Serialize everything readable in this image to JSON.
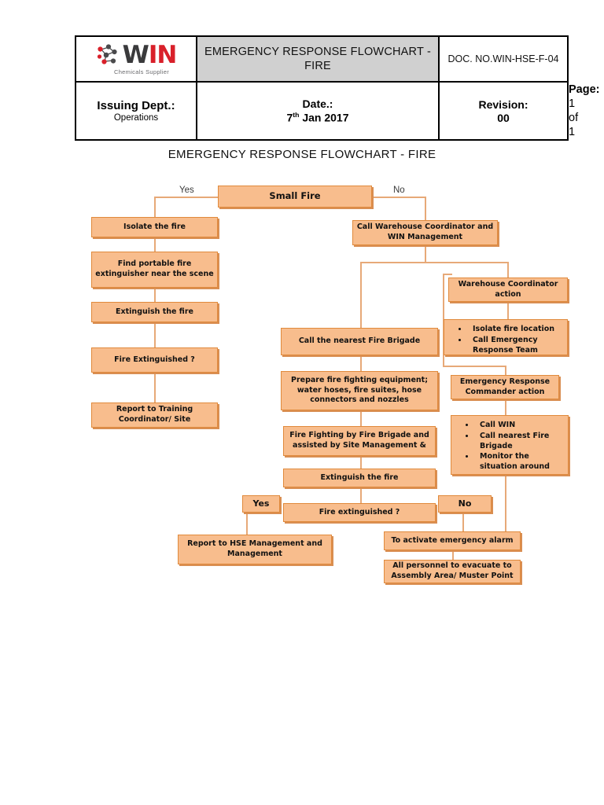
{
  "header": {
    "logo": {
      "word_w": "W",
      "word_i": "I",
      "word_n": "N",
      "subtitle": "Chemicals Supplier"
    },
    "doc_title": "EMERGENCY RESPONSE FLOWCHART - FIRE",
    "doc_no": "DOC. NO.WIN-HSE-F-04",
    "issuing_dept_label": "Issuing Dept.:",
    "issuing_dept_value": "Operations",
    "date_label": "Date.:",
    "date_value_day": "7",
    "date_value_sup": "th",
    "date_value_rest": " Jan 2017",
    "revision_label": "Revision:",
    "revision_value": "00",
    "page_label": "Page:",
    "page_value": "1 of 1"
  },
  "flowchart": {
    "title": "EMERGENCY RESPONSE FLOWCHART - FIRE",
    "colors": {
      "node_fill": "#F8BD8D",
      "node_border": "#E08A3C",
      "connector": "#E7A978",
      "header_band": "#D0D0D0"
    },
    "labels": {
      "yes_top": "Yes",
      "no_top": "No",
      "yes_bottom": "Yes",
      "no_bottom": "No"
    },
    "nodes": {
      "small_fire": "Small Fire",
      "isolate_fire": "Isolate the fire",
      "find_extinguisher": "Find portable fire extinguisher near the scene",
      "extinguish_fire_left": "Extinguish the fire",
      "fire_extinguished_left": "Fire Extinguished ?",
      "report_training": "Report to Training Coordinator/ Site",
      "call_warehouse": "Call Warehouse  Coordinator and  WIN  Management",
      "call_brigade": "Call the nearest Fire Brigade",
      "prepare_equipment": "Prepare fire fighting equipment; water hoses, fire suites, hose connectors and nozzles",
      "fire_fighting": "Fire Fighting by Fire Brigade and assisted by Site Management &",
      "extinguish_fire_mid": "Extinguish the fire",
      "fire_extinguished_mid": "Fire extinguished ?",
      "warehouse_coordinator": "Warehouse Coordinator action",
      "warehouse_actions": [
        "Isolate fire location",
        "Call Emergency Response Team"
      ],
      "erc_action": "Emergency Response Commander action",
      "erc_actions": [
        "Call WIN",
        "Call nearest Fire Brigade",
        "Monitor the situation around"
      ],
      "report_hse": "Report to HSE Management and Management",
      "activate_alarm": "To activate emergency alarm",
      "evacuate": "All personnel to evacuate to Assembly Area/ Muster Point"
    }
  }
}
